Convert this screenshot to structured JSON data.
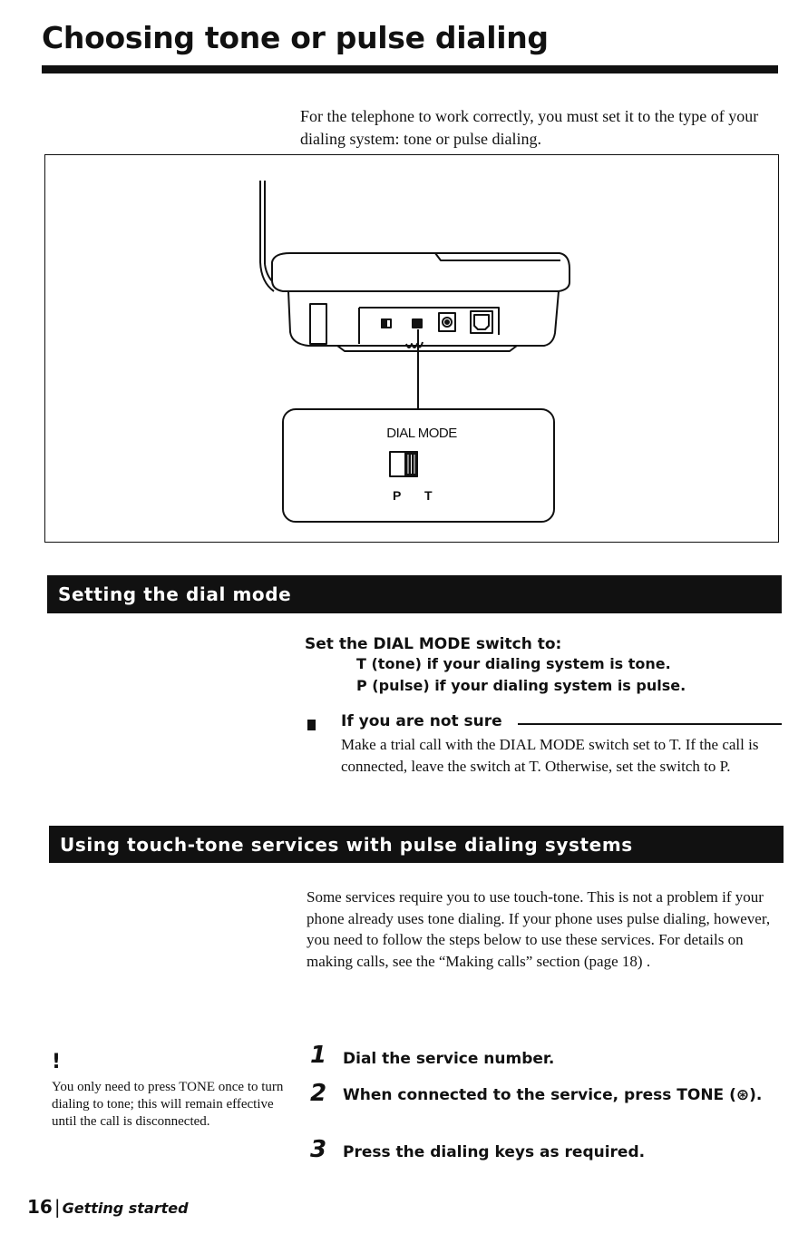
{
  "header": {
    "title": "Choosing tone or pulse dialing",
    "intro": "For the telephone to work correctly, you must set it to the type of your dialing system: tone or pulse dialing."
  },
  "figure": {
    "label": "DIAL MODE",
    "pos_p": "P",
    "pos_t": "T"
  },
  "section1": {
    "heading": "Setting the dial mode",
    "instruction": "Set the DIAL MODE switch to:",
    "options": [
      "T (tone)  if your dialing system is tone.",
      "P (pulse)  if your dialing system is pulse."
    ],
    "unsure_heading": "If you are not sure",
    "unsure_body": "Make a trial call with the DIAL MODE switch set to T. If the call is connected, leave the switch at T. Otherwise, set the switch to P."
  },
  "section2": {
    "heading": "Using touch-tone services with pulse dialing systems",
    "body": "Some services require you to use touch-tone. This is not a problem if your phone already uses tone dialing. If your phone uses pulse dialing, however, you need to follow the steps below to use these services. For details on making calls, see the “Making calls” section (page 18) .",
    "note_mark": "!",
    "note": "You only need to press TONE once to turn dialing to tone; this will remain effective until the call is disconnected.",
    "steps": [
      {
        "num": "1",
        "text": "Dial the service number."
      },
      {
        "num": "2",
        "text": "When connected to the service, press TONE (⊛)."
      },
      {
        "num": "3",
        "text": "Press the dialing keys as required."
      }
    ]
  },
  "footer": {
    "page_number": "16",
    "separator": "|",
    "section": "Getting started"
  }
}
